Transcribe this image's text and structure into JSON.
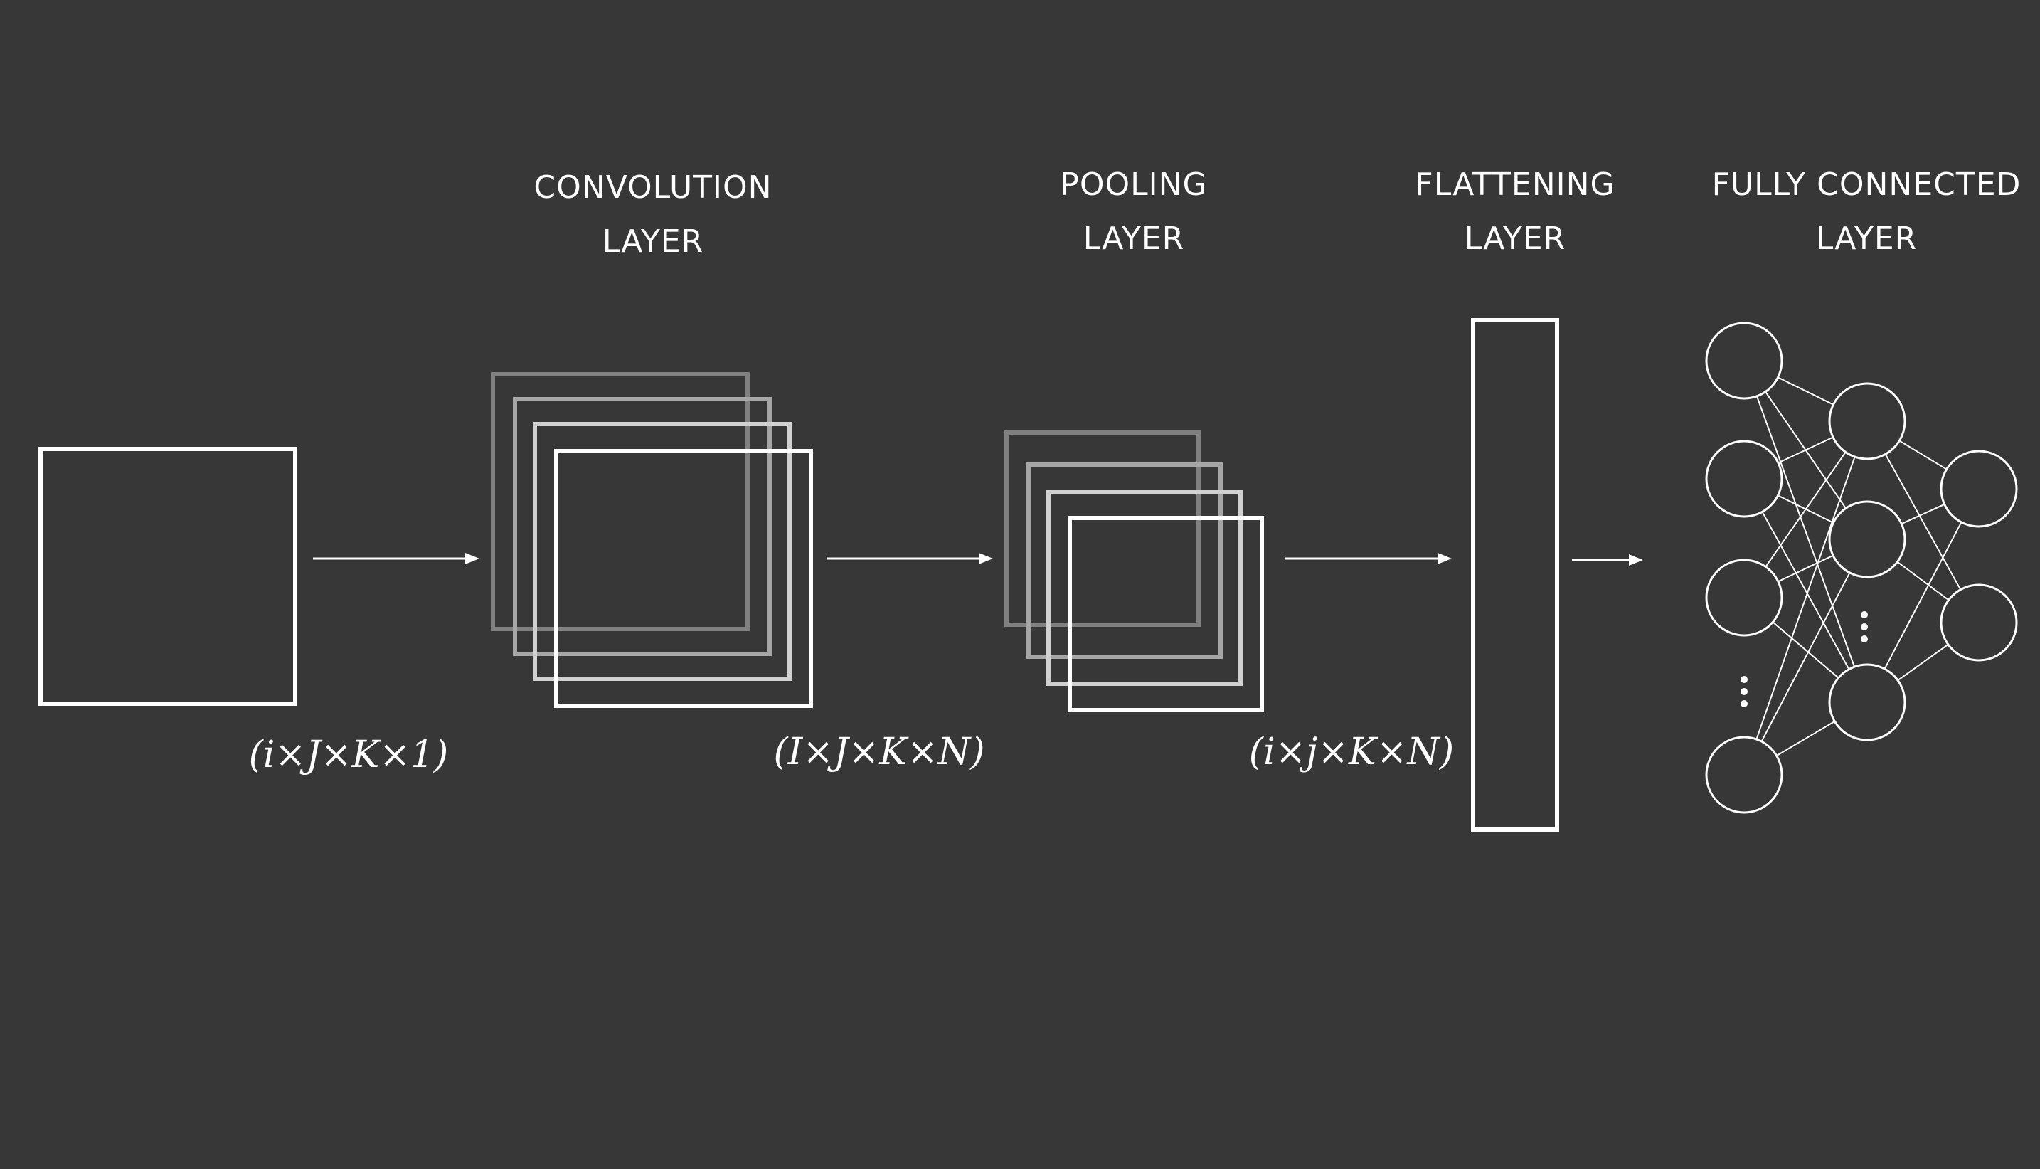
{
  "background": "#373737",
  "foreground": "#ffffff",
  "layer_titles": {
    "convolution": [
      "CONVOLUTION",
      "LAYER"
    ],
    "pooling": [
      "POOLING",
      "LAYER"
    ],
    "flattening": [
      "FLATTENING",
      "LAYER"
    ],
    "fully_connected": [
      "FULLY CONNECTED",
      "LAYER"
    ]
  },
  "dimensions": {
    "input": "(i×J×K×1)",
    "convolution": "(I×J×K×N)",
    "pooling": "(i×j×K×N)"
  },
  "stack_colors": [
    "#808080",
    "#a6a6a6",
    "#d0d0d0",
    "#ffffff"
  ],
  "network": {
    "input_nodes": 4,
    "hidden_nodes": 3,
    "output_nodes": 2
  }
}
